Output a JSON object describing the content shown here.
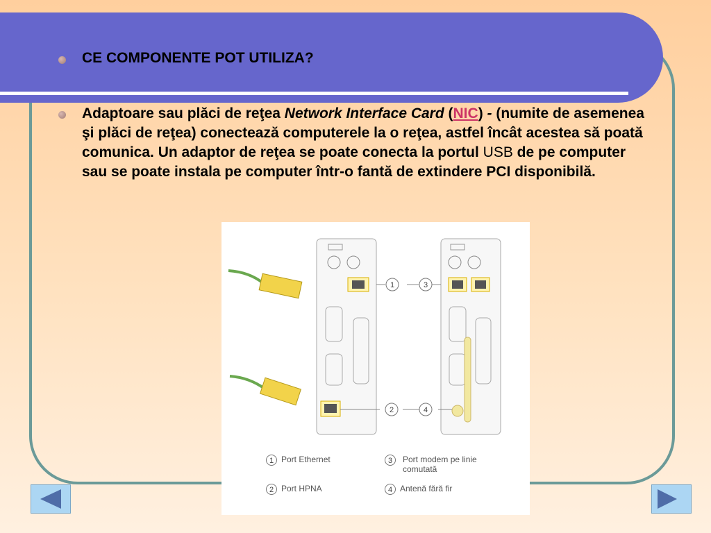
{
  "slide": {
    "title": "CE COMPONENTE POT UTILIZA?",
    "body": {
      "part1": "Adaptoare sau plăci de reţea ",
      "italic": "Network Interface Card",
      "open_paren": " (",
      "link": "NIC",
      "close_paren": ")",
      "dash": " - ",
      "part2": "(numite de asemenea şi plăci de reţea) conectează computerele la o reţea, astfel încât acestea să poată comunica. Un adaptor de reţea se poate conecta la portul ",
      "usb": "USB",
      "part3": " de pe computer sau se poate instala pe computer într-o fantă de extindere PCI disponibilă."
    }
  },
  "figure": {
    "callouts": [
      "1",
      "2",
      "3",
      "4"
    ],
    "legend": [
      {
        "num": "1",
        "label": "Port Ethernet"
      },
      {
        "num": "3",
        "label": "Port modem pe linie comutată"
      },
      {
        "num": "2",
        "label": "Port HPNA"
      },
      {
        "num": "4",
        "label": "Antenă fără fir"
      }
    ]
  },
  "nav": {
    "prev_icon": "left-arrow-icon",
    "next_icon": "right-arrow-icon"
  },
  "colors": {
    "title_bar": "#6666cc",
    "frame": "#6b9a98",
    "link": "#cc3366",
    "nav_button": "#acd6f3",
    "nav_arrow": "#4f6da8"
  }
}
